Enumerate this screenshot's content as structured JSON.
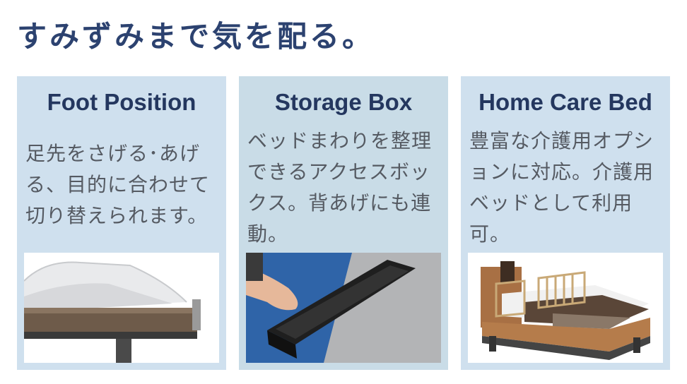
{
  "headline": "すみずみまで気を配る。",
  "cards": [
    {
      "title": "Foot Position",
      "text": "足先をさげる･あげる、目的に合わせて切り替えられます。",
      "image": "bed-foot-section-photo"
    },
    {
      "title": "Storage Box",
      "text": "ベッドまわりを整理できるアクセスボックス。背あげにも連動。",
      "image": "storage-box-photo"
    },
    {
      "title": "Home Care Bed",
      "text": "豊富な介護用オプションに対応。介護用ベッドとして利用可。",
      "image": "home-care-bed-photo"
    }
  ],
  "colors": {
    "headline": "#2c4270",
    "card_bg": "#cfe0ee",
    "card_title": "#24375f",
    "card_text": "#555a62"
  }
}
